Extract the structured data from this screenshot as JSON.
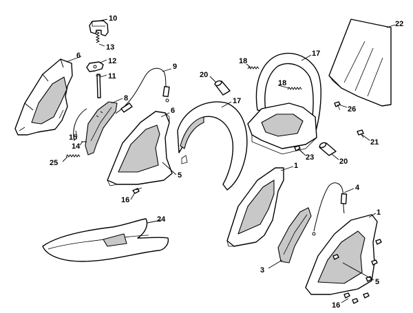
{
  "parts": [
    {
      "key": "p10",
      "ref": "10"
    },
    {
      "key": "p13",
      "ref": "13"
    },
    {
      "key": "p12",
      "ref": "12"
    },
    {
      "key": "p11",
      "ref": "11"
    },
    {
      "key": "p6a",
      "ref": "6"
    },
    {
      "key": "p8",
      "ref": "8"
    },
    {
      "key": "p15",
      "ref": "15"
    },
    {
      "key": "p14",
      "ref": "14"
    },
    {
      "key": "p25",
      "ref": "25"
    },
    {
      "key": "p9",
      "ref": "9"
    },
    {
      "key": "p6b",
      "ref": "6"
    },
    {
      "key": "p5a",
      "ref": "5"
    },
    {
      "key": "p16a",
      "ref": "16"
    },
    {
      "key": "p20a",
      "ref": "20"
    },
    {
      "key": "p17a",
      "ref": "17"
    },
    {
      "key": "p18a",
      "ref": "18"
    },
    {
      "key": "p17b",
      "ref": "17"
    },
    {
      "key": "p18b",
      "ref": "18"
    },
    {
      "key": "p22",
      "ref": "22"
    },
    {
      "key": "p26",
      "ref": "26"
    },
    {
      "key": "p21",
      "ref": "21"
    },
    {
      "key": "p23",
      "ref": "23"
    },
    {
      "key": "p20b",
      "ref": "20"
    },
    {
      "key": "p1a",
      "ref": "1"
    },
    {
      "key": "p4",
      "ref": "4"
    },
    {
      "key": "p1b",
      "ref": "1"
    },
    {
      "key": "p24",
      "ref": "24"
    },
    {
      "key": "p3",
      "ref": "3"
    },
    {
      "key": "p5b",
      "ref": "5"
    },
    {
      "key": "p16b",
      "ref": "16"
    }
  ]
}
